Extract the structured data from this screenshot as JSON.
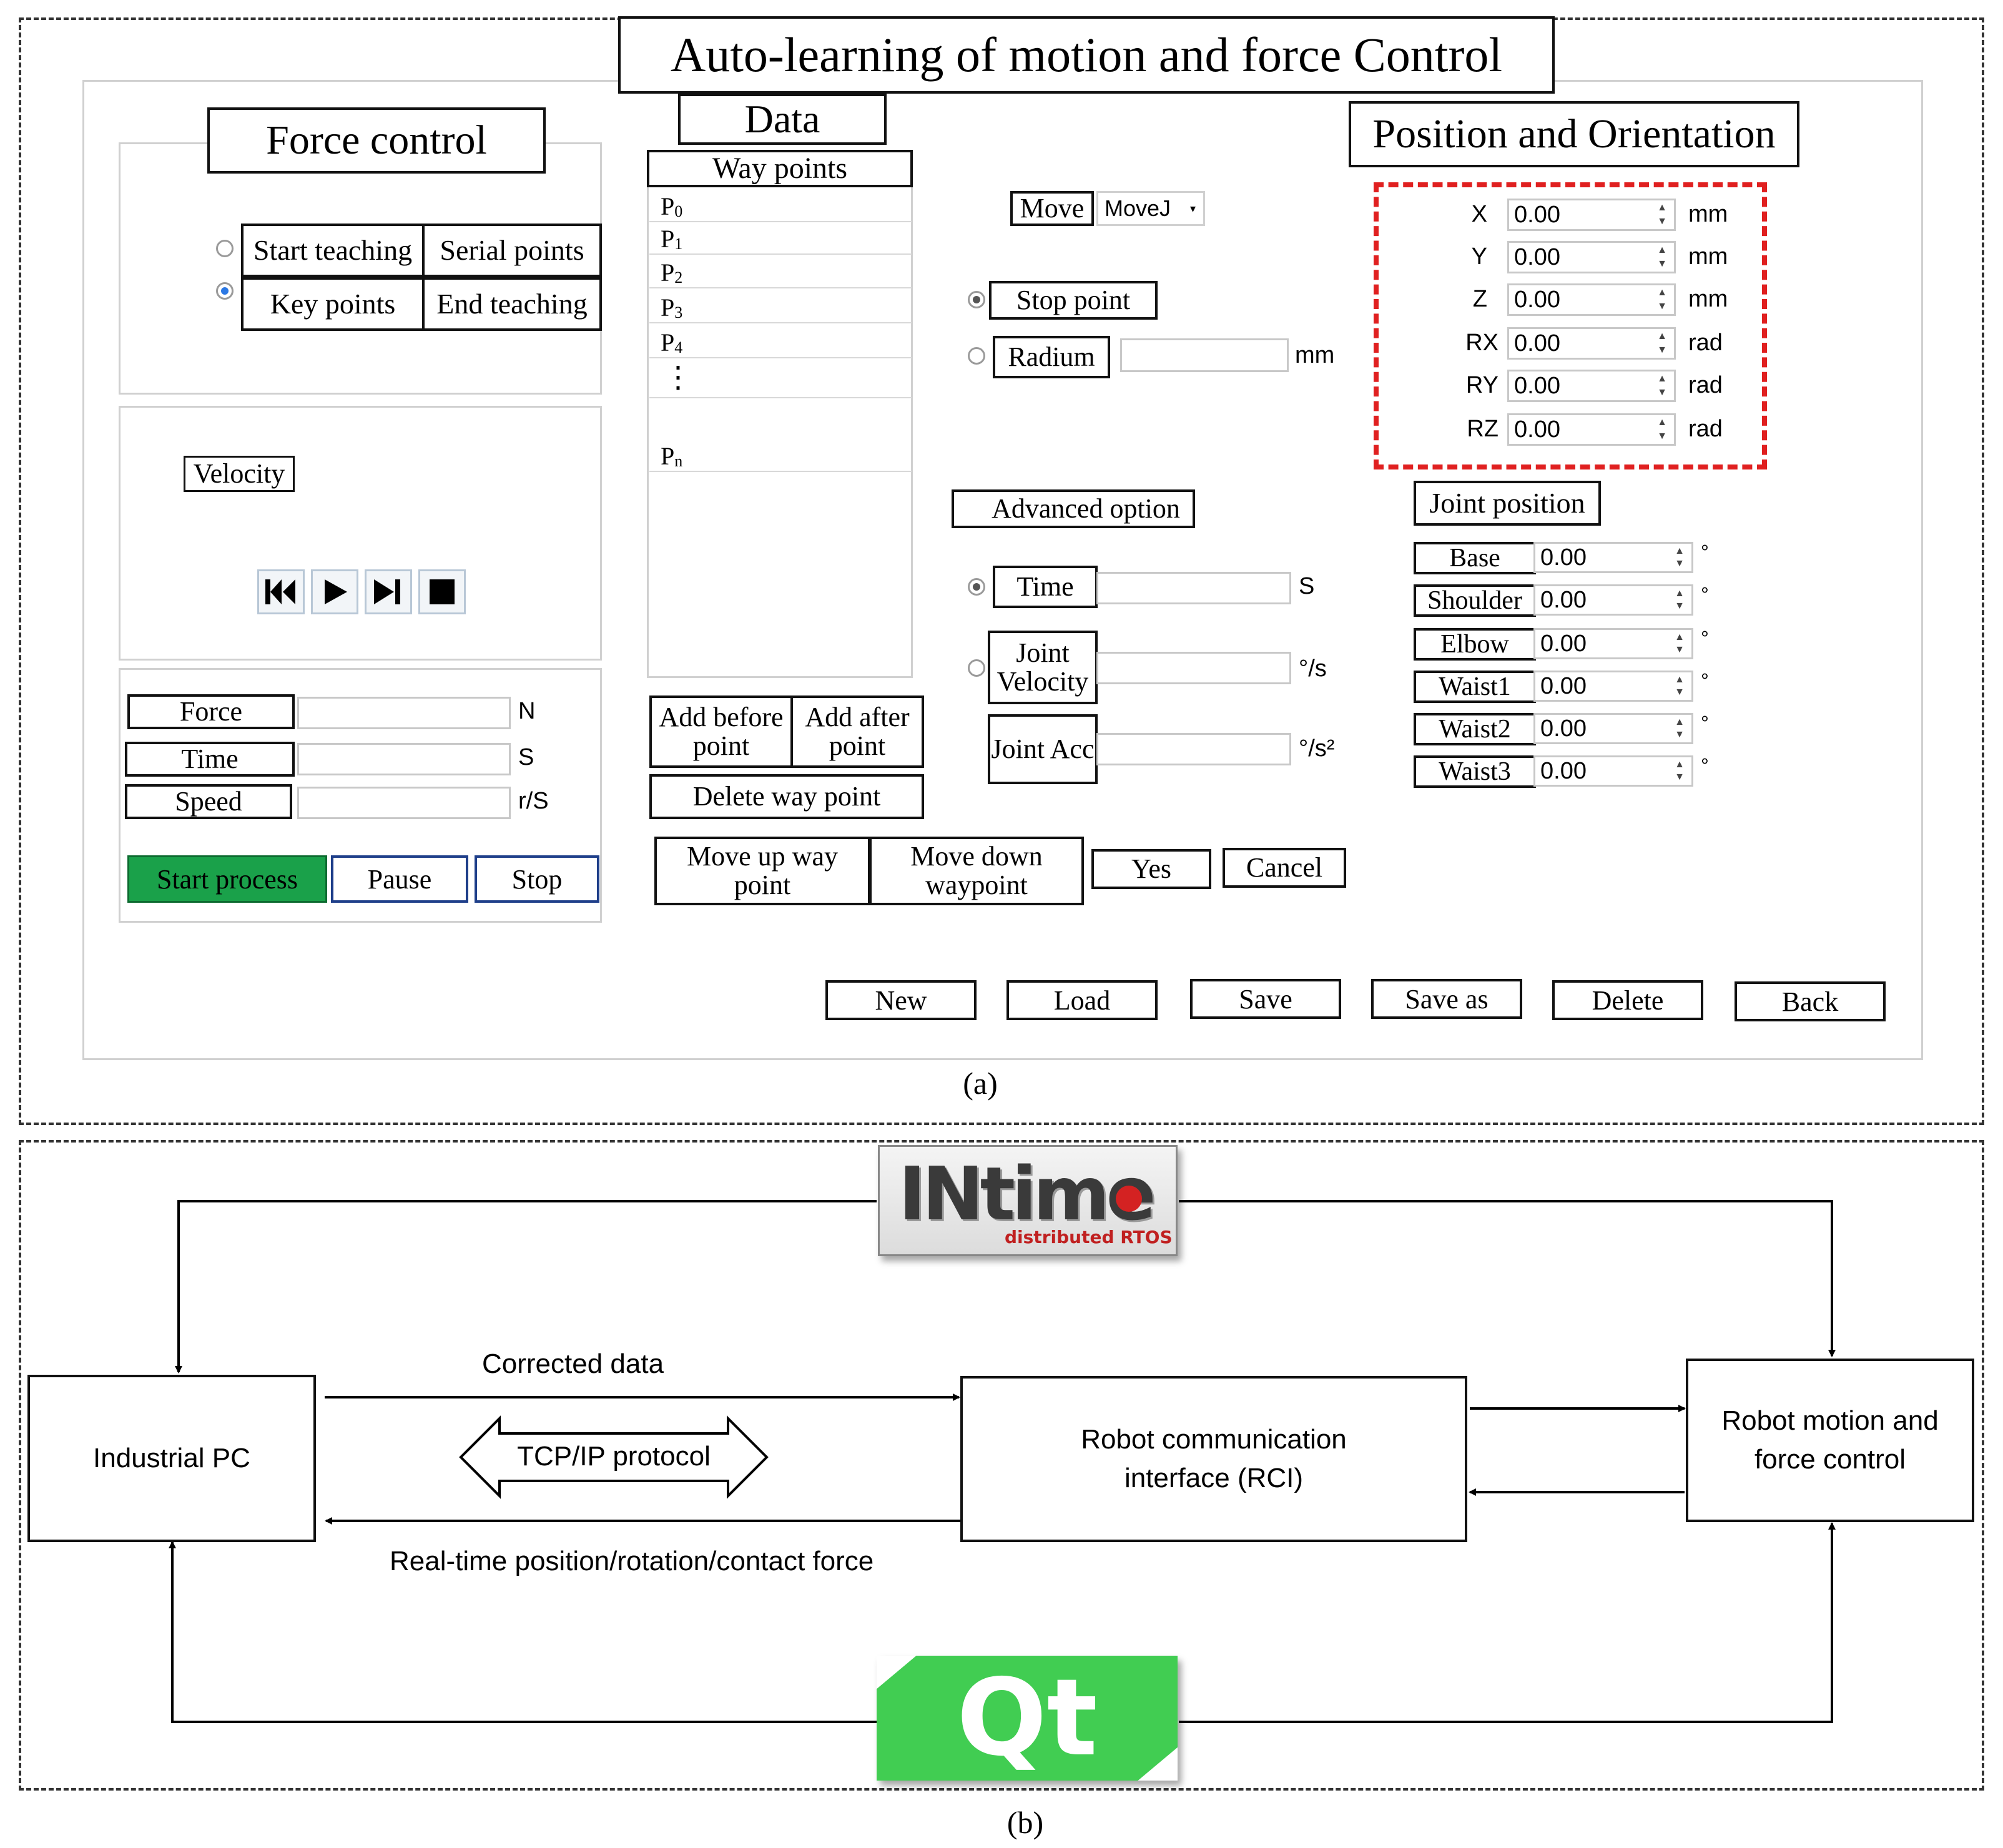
{
  "title": "Auto-learning of motion and force Control",
  "force_control": {
    "header": "Force control",
    "options": [
      {
        "label": "Start teaching",
        "selected": false
      },
      {
        "label": "Key points",
        "selected": true
      }
    ],
    "buttons": [
      "Serial points",
      "End teaching"
    ],
    "velocity_label": "Velocity",
    "media_controls": [
      "skip-back-icon",
      "play-icon",
      "skip-forward-icon",
      "stop-icon"
    ],
    "params": [
      {
        "label": "Force",
        "unit": "N"
      },
      {
        "label": "Time",
        "unit": "S"
      },
      {
        "label": "Speed",
        "unit": "r/S"
      }
    ],
    "actions": {
      "start": "Start process",
      "pause": "Pause",
      "stop": "Stop"
    },
    "start_color": "#1aa14a"
  },
  "data": {
    "header": "Data",
    "waypoints_header": "Way points",
    "waypoints": [
      {
        "base": "P",
        "sub": "0"
      },
      {
        "base": "P",
        "sub": "1"
      },
      {
        "base": "P",
        "sub": "2"
      },
      {
        "base": "P",
        "sub": "3"
      },
      {
        "base": "P",
        "sub": "4"
      }
    ],
    "ellipsis": "⋮",
    "last_point": {
      "base": "P",
      "sub": "n"
    },
    "add_before": "Add before point",
    "add_after": "Add after point",
    "delete_wp": "Delete way point",
    "move_up": "Move up way point",
    "move_down": "Move down waypoint",
    "yes": "Yes",
    "cancel": "Cancel"
  },
  "move": {
    "label": "Move",
    "select_value": "MoveJ",
    "stop_point": "Stop point",
    "radium": "Radium",
    "radium_unit": "mm",
    "advanced": "Advanced option",
    "time": "Time",
    "time_unit": "S",
    "joint_velocity": "Joint Velocity",
    "joint_velocity_unit": "°/s",
    "joint_acc": "Joint Acc",
    "joint_acc_unit": "°/s²"
  },
  "position": {
    "header": "Position and Orientation",
    "highlight_color": "#e02020",
    "fields": [
      {
        "label": "X",
        "value": "0.00",
        "unit": "mm"
      },
      {
        "label": "Y",
        "value": "0.00",
        "unit": "mm"
      },
      {
        "label": "Z",
        "value": "0.00",
        "unit": "mm"
      },
      {
        "label": "RX",
        "value": "0.00",
        "unit": "rad"
      },
      {
        "label": "RY",
        "value": "0.00",
        "unit": "rad"
      },
      {
        "label": "RZ",
        "value": "0.00",
        "unit": "rad"
      }
    ],
    "joint_header": "Joint position",
    "joints": [
      {
        "label": "Base",
        "value": "0.00",
        "unit": "°"
      },
      {
        "label": "Shoulder",
        "value": "0.00",
        "unit": "°"
      },
      {
        "label": "Elbow",
        "value": "0.00",
        "unit": "°"
      },
      {
        "label": "Waist1",
        "value": "0.00",
        "unit": "°"
      },
      {
        "label": "Waist2",
        "value": "0.00",
        "unit": "°"
      },
      {
        "label": "Waist3",
        "value": "0.00",
        "unit": "°"
      }
    ]
  },
  "file_buttons": [
    "New",
    "Load",
    "Save",
    "Save as",
    "Delete",
    "Back"
  ],
  "caption_a": "(a)",
  "diagram": {
    "logo_intime": {
      "main": "INtime",
      "sub": "distributed RTOS"
    },
    "logo_qt": "Qt",
    "qt_color": "#41cd52",
    "industrial_pc": "Industrial PC",
    "rci": "Robot communication interface (RCI)",
    "robot": "Robot motion and force control",
    "corrected": "Corrected data",
    "tcpip": "TCP/IP protocol",
    "realtime": "Real-time position/rotation/contact force"
  },
  "caption_b": "(b)"
}
